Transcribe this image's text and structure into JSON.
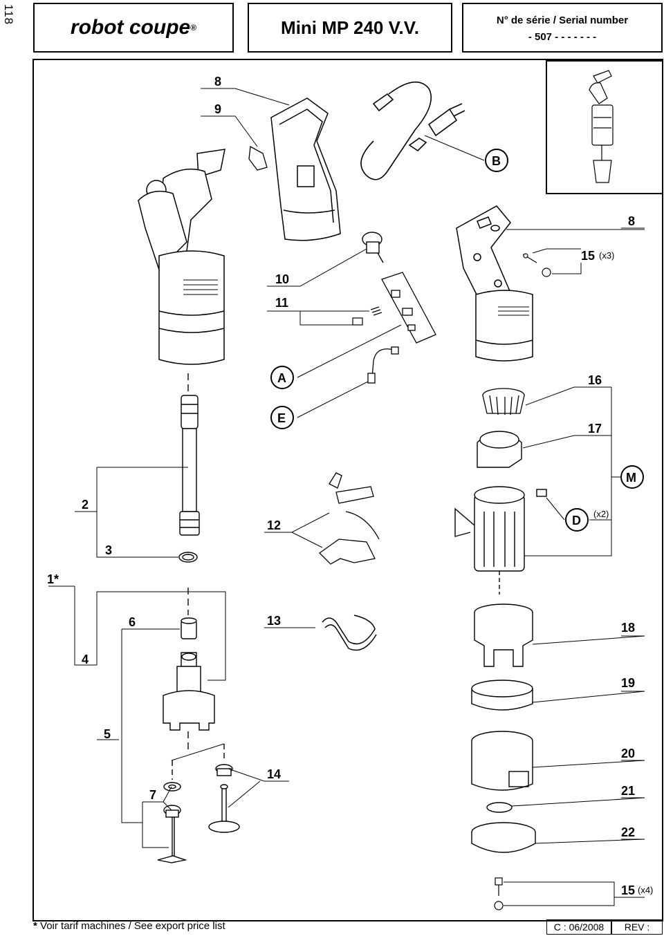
{
  "page": {
    "number": "118"
  },
  "header": {
    "brand": "robot coupe",
    "model": "Mini MP 240 V.V.",
    "serial_label": "N° de série / Serial number",
    "serial_value": "- 507 - - - - -   - -"
  },
  "labels": {
    "l8a": "8",
    "l9": "9",
    "lB": "B",
    "l8b": "8",
    "l15": "15",
    "l15x": "(x3)",
    "l10": "10",
    "l11": "11",
    "lA": "A",
    "l16": "16",
    "lE": "E",
    "l17": "17",
    "lM": "M",
    "l2": "2",
    "l12": "12",
    "lD": "D",
    "lDx": "(x2)",
    "l3": "3",
    "l1": "1*",
    "l6": "6",
    "l13": "13",
    "l18": "18",
    "l4": "4",
    "l19": "19",
    "l5": "5",
    "l20": "20",
    "l14": "14",
    "l7": "7",
    "l21": "21",
    "l22": "22",
    "l15b": "15",
    "l15bx": "(x4)"
  },
  "footer": {
    "note": "Voir tarif machines / See export price list",
    "date": "C : 06/2008",
    "rev": "REV :"
  }
}
